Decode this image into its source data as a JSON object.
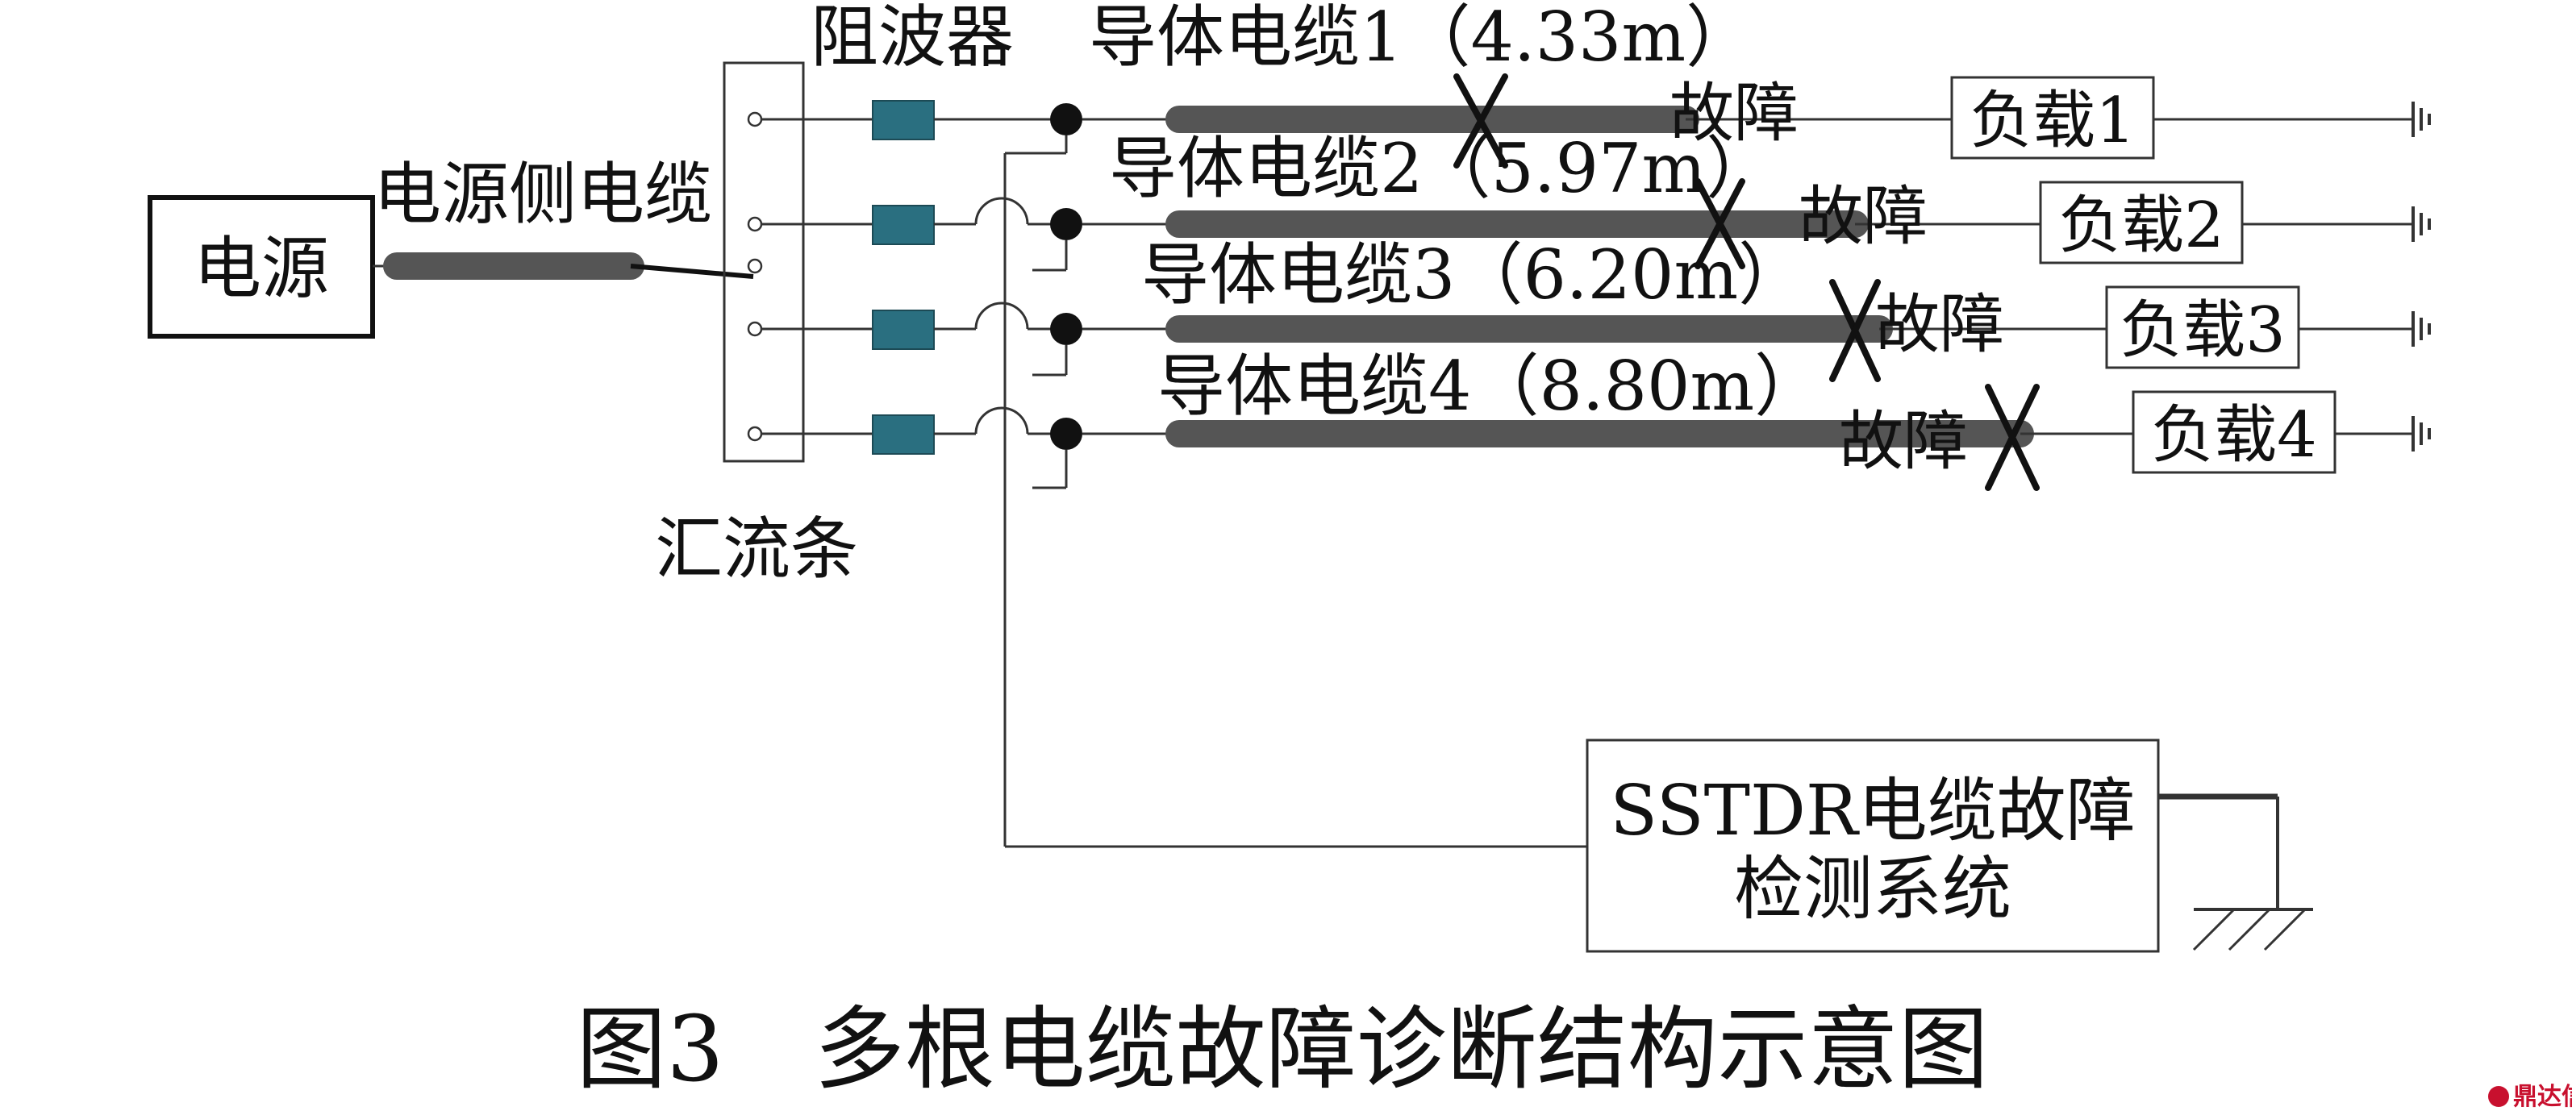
{
  "diagram": {
    "power_source": "电源",
    "source_cable": "电源侧电缆",
    "busbar": "汇流条",
    "wave_trap": "阻波器",
    "cables": [
      {
        "label": "导体电缆1（4.33m）"
      },
      {
        "label": "导体电缆2（5.97m）"
      },
      {
        "label": "导体电缆3（6.20m）"
      },
      {
        "label": "导体电缆4（8.80m）"
      }
    ],
    "fault_label": "故障",
    "loads": [
      "负载1",
      "负载2",
      "负载3",
      "负载4"
    ],
    "sstdr_system": {
      "line1": "SSTDR电缆故障",
      "line2": "检测系统"
    },
    "caption": "图3　多根电缆故障诊断结构示意图",
    "watermark": "鼎达信"
  },
  "colors": {
    "line": "#333333",
    "cable": "#555555",
    "wave_trap_fill": "#2a6f80",
    "node": "#111111"
  }
}
